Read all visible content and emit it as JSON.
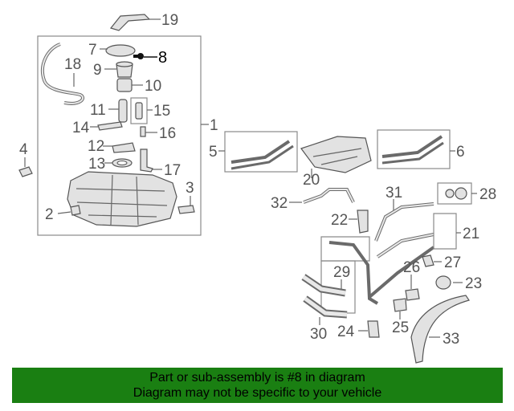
{
  "diagram": {
    "callouts": [
      "1",
      "2",
      "3",
      "4",
      "5",
      "6",
      "7",
      "8",
      "9",
      "10",
      "11",
      "12",
      "13",
      "14",
      "15",
      "16",
      "17",
      "18",
      "19",
      "20",
      "21",
      "22",
      "23",
      "24",
      "25",
      "26",
      "27",
      "28",
      "29",
      "30",
      "31",
      "32",
      "33"
    ],
    "highlighted": "8",
    "colors": {
      "callout_text": "#555555",
      "highlight_text": "#000000",
      "part_fill": "#e2e2e2",
      "outline": "#555555"
    }
  },
  "banner": {
    "line1": "Part or sub-assembly is #8 in diagram",
    "line2": "Diagram may not be specific to your vehicle",
    "background": "#1a7f12"
  }
}
